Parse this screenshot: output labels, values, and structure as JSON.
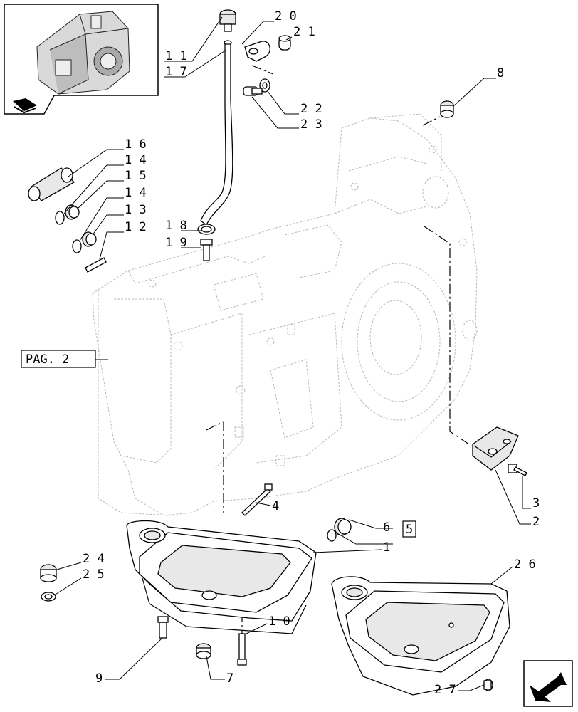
{
  "callouts": {
    "c20": "2 0",
    "c21": "2 1",
    "c11": "1 1",
    "c17": "1 7",
    "c8": "8",
    "c22": "2 2",
    "c23": "2 3",
    "c16": "1 6",
    "c14a": "1 4",
    "c15": "1 5",
    "c14b": "1 4",
    "c13": "1 3",
    "c12": "1 2",
    "c18": "1 8",
    "c19": "1 9",
    "pag": "PAG. 2",
    "c3": "3",
    "c2": "2",
    "c4": "4",
    "c6": "6",
    "c5": "5",
    "c1": "1",
    "c24": "2 4",
    "c25": "2 5",
    "c26": "2 6",
    "c10": "1 0",
    "c9": "9",
    "c7": "7",
    "c27": "2 7"
  },
  "icons": {
    "thumbnail": "transmission-housing-thumbnail",
    "reference": "book-reference-icon",
    "nav": "next-page-arrow-icon"
  }
}
